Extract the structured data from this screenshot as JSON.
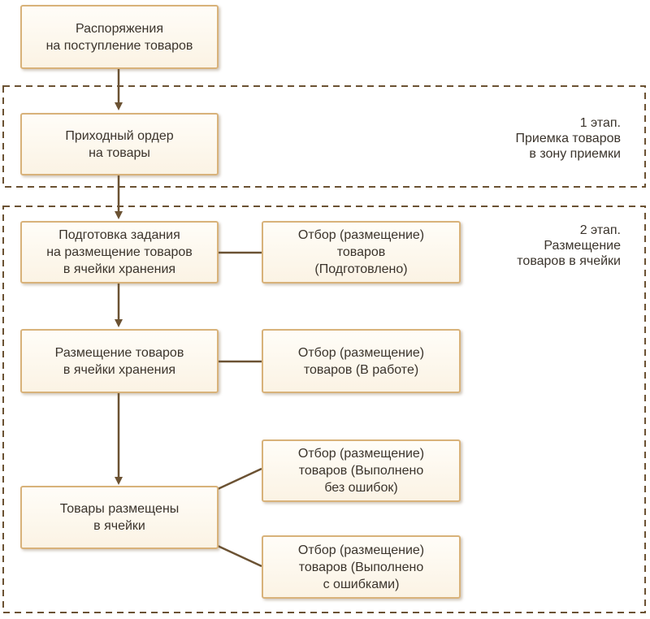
{
  "stages": [
    {
      "label": "1 этап.\nПриемка товаров\nв зону приемки"
    },
    {
      "label": "2 этап.\nРазмещение\nтоваров в ячейки"
    }
  ],
  "nodes": {
    "receipt_orders": "Распоряжения\nна поступление товаров",
    "incoming_order": "Приходный ордер\nна товары",
    "placement_task": "Подготовка задания\nна размещение товаров\nв ячейки хранения",
    "placement_in_cells": "Размещение товаров\nв ячейки хранения",
    "goods_placed": "Товары размещены\nв ячейки",
    "pick_prepared": "Отбор (размещение)\nтоваров\n(Подготовлено)",
    "pick_in_progress": "Отбор (размещение)\nтоваров (В работе)",
    "pick_done_ok": "Отбор (размещение)\nтоваров (Выполнено\nбез ошибок)",
    "pick_done_errors": "Отбор (размещение)\nтоваров (Выполнено\nс ошибками)"
  },
  "colors": {
    "box_border": "#d8b27a",
    "connector": "#6b5233",
    "dashed_frame": "#6b5233"
  }
}
